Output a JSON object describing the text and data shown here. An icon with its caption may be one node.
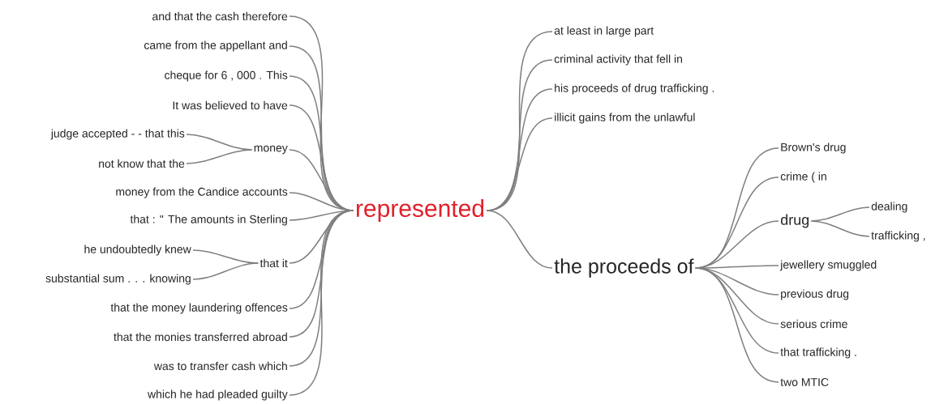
{
  "diagram": {
    "nodes": [
      {
        "text": [
          "and that the cash therefore"
        ]
      },
      {
        "text": [
          "came from the appellant and"
        ]
      },
      {
        "text": [
          "cheque for 6 , 000 . This"
        ]
      },
      {
        "text": [
          "It was believed to have"
        ]
      },
      {
        "text": [
          "judge accepted - - that this"
        ]
      },
      {
        "text": [
          "money"
        ]
      },
      {
        "text": [
          "not know that the"
        ]
      },
      {
        "text": [
          "money from the Candice accounts"
        ]
      },
      {
        "text": [
          "that : \" The amounts in Sterling"
        ]
      },
      {
        "text": [
          "he undoubtedly knew"
        ]
      },
      {
        "text": [
          "that it"
        ]
      },
      {
        "text": [
          "substantial sum . . . knowing"
        ]
      },
      {
        "text": [
          "that the money laundering offences"
        ]
      },
      {
        "text": [
          "that the monies transferred abroad"
        ]
      },
      {
        "text": [
          "was to transfer cash which"
        ]
      },
      {
        "text": [
          "which he had pleaded guilty"
        ]
      },
      {
        "text": [
          "represented"
        ]
      },
      {
        "text": [
          "at least in large part"
        ]
      },
      {
        "text": [
          "criminal activity that fell in"
        ]
      },
      {
        "text": [
          "his proceeds of drug trafficking ."
        ]
      },
      {
        "text": [
          "illicit gains from the unlawful"
        ]
      },
      {
        "text": [
          "the proceeds of"
        ]
      },
      {
        "text": [
          "Brown's drug"
        ]
      },
      {
        "text": [
          "crime ( in"
        ]
      },
      {
        "text": [
          "drug"
        ]
      },
      {
        "text": [
          "dealing"
        ]
      },
      {
        "text": [
          "trafficking ,"
        ]
      },
      {
        "text": [
          "jewellery smuggled"
        ]
      },
      {
        "text": [
          "previous drug"
        ]
      },
      {
        "text": [
          "serious crime"
        ]
      },
      {
        "text": [
          "that trafficking ."
        ]
      },
      {
        "text": [
          "two MTIC"
        ]
      }
    ],
    "edges": [
      {
        "from": 16,
        "to": 0,
        "arrow": "none"
      },
      {
        "from": 16,
        "to": 1,
        "arrow": "none"
      },
      {
        "from": 16,
        "to": 2,
        "arrow": "none"
      },
      {
        "from": 16,
        "to": 3,
        "arrow": "none"
      },
      {
        "from": 16,
        "to": 5,
        "arrow": "none"
      },
      {
        "from": 5,
        "to": 4,
        "arrow": "none"
      },
      {
        "from": 5,
        "to": 6,
        "arrow": "none"
      },
      {
        "from": 16,
        "to": 7,
        "arrow": "none"
      },
      {
        "from": 16,
        "to": 8,
        "arrow": "none"
      },
      {
        "from": 16,
        "to": 10,
        "arrow": "none"
      },
      {
        "from": 10,
        "to": 9,
        "arrow": "none"
      },
      {
        "from": 10,
        "to": 11,
        "arrow": "none"
      },
      {
        "from": 16,
        "to": 12,
        "arrow": "none"
      },
      {
        "from": 16,
        "to": 13,
        "arrow": "none"
      },
      {
        "from": 16,
        "to": 14,
        "arrow": "none"
      },
      {
        "from": 16,
        "to": 15,
        "arrow": "none"
      },
      {
        "from": 16,
        "to": 17,
        "arrow": "none"
      },
      {
        "from": 16,
        "to": 18,
        "arrow": "none"
      },
      {
        "from": 16,
        "to": 19,
        "arrow": "none"
      },
      {
        "from": 16,
        "to": 20,
        "arrow": "none"
      },
      {
        "from": 16,
        "to": 21,
        "arrow": "none"
      },
      {
        "from": 21,
        "to": 22,
        "arrow": "none"
      },
      {
        "from": 21,
        "to": 23,
        "arrow": "none"
      },
      {
        "from": 21,
        "to": 24,
        "arrow": "none"
      },
      {
        "from": 24,
        "to": 25,
        "arrow": "none"
      },
      {
        "from": 24,
        "to": 26,
        "arrow": "none"
      },
      {
        "from": 21,
        "to": 27,
        "arrow": "none"
      },
      {
        "from": 21,
        "to": 28,
        "arrow": "none"
      },
      {
        "from": 21,
        "to": 29,
        "arrow": "none"
      },
      {
        "from": 21,
        "to": 30,
        "arrow": "none"
      },
      {
        "from": 21,
        "to": 31,
        "arrow": "none"
      }
    ]
  }
}
